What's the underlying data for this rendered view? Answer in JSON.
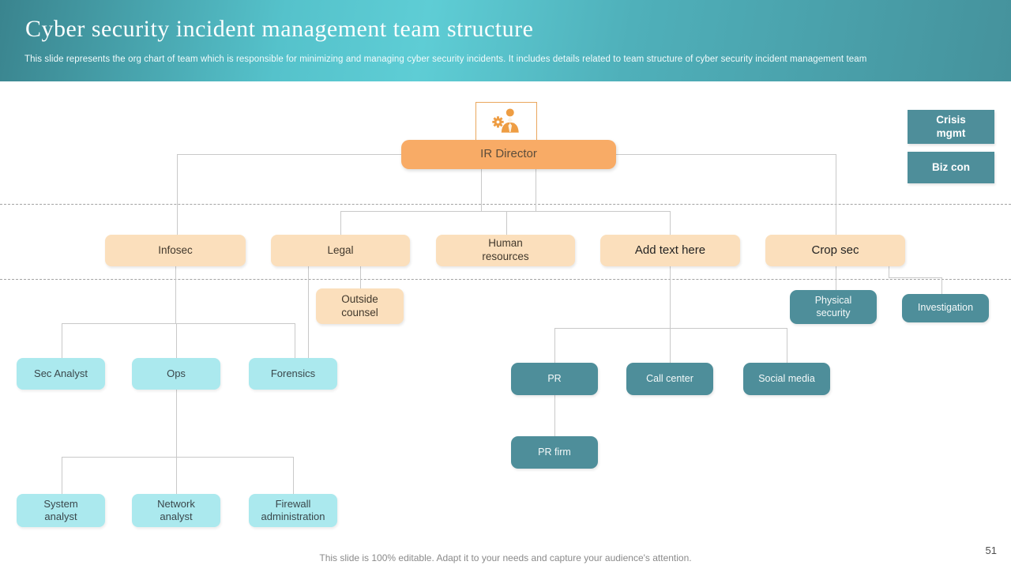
{
  "slide": {
    "title": "Cyber security incident management team structure",
    "subtitle": "This slide represents the org chart of team which is responsible for minimizing and managing cyber security incidents. It includes details related to team structure of cyber security incident management team",
    "footer_note": "This slide is 100% editable. Adapt it to your needs and capture your audience's attention.",
    "page_number": "51"
  },
  "colors": {
    "header_gradient_left": "#3a848e",
    "header_gradient_center": "#5ecdd5",
    "header_gradient_right": "#45929c",
    "orange_box": "#f8ab66",
    "peach_box": "#fbdfbc",
    "teal_box": "#4e8e9a",
    "cyan_box": "#abe9ee",
    "connector_line": "#c9c9c9",
    "icon_orange": "#ee9d43"
  },
  "icons": {
    "manager_gear_icon": "businessman with gear"
  },
  "nodes": {
    "ir": {
      "label": "IR Director"
    },
    "crisis": {
      "label": "Crisis mgmt"
    },
    "bizcon": {
      "label": "Biz con"
    },
    "infosec": {
      "label": "Infosec"
    },
    "legal": {
      "label": "Legal"
    },
    "hr": {
      "label": "Human resources"
    },
    "addtext": {
      "label": "Add text here"
    },
    "cropsec": {
      "label": "Crop sec"
    },
    "outside": {
      "label": "Outside counsel"
    },
    "physical": {
      "label": "Physical security"
    },
    "investigation": {
      "label": "Investigation"
    },
    "secanalyst": {
      "label": "Sec Analyst"
    },
    "ops": {
      "label": "Ops"
    },
    "forensics": {
      "label": "Forensics"
    },
    "pr": {
      "label": "PR"
    },
    "callcenter": {
      "label": "Call center"
    },
    "social": {
      "label": "Social media"
    },
    "prfirm": {
      "label": "PR firm"
    },
    "sysanalyst": {
      "label": "System analyst"
    },
    "netanalyst": {
      "label": "Network analyst"
    },
    "firewall": {
      "label": "Firewall administration"
    }
  }
}
